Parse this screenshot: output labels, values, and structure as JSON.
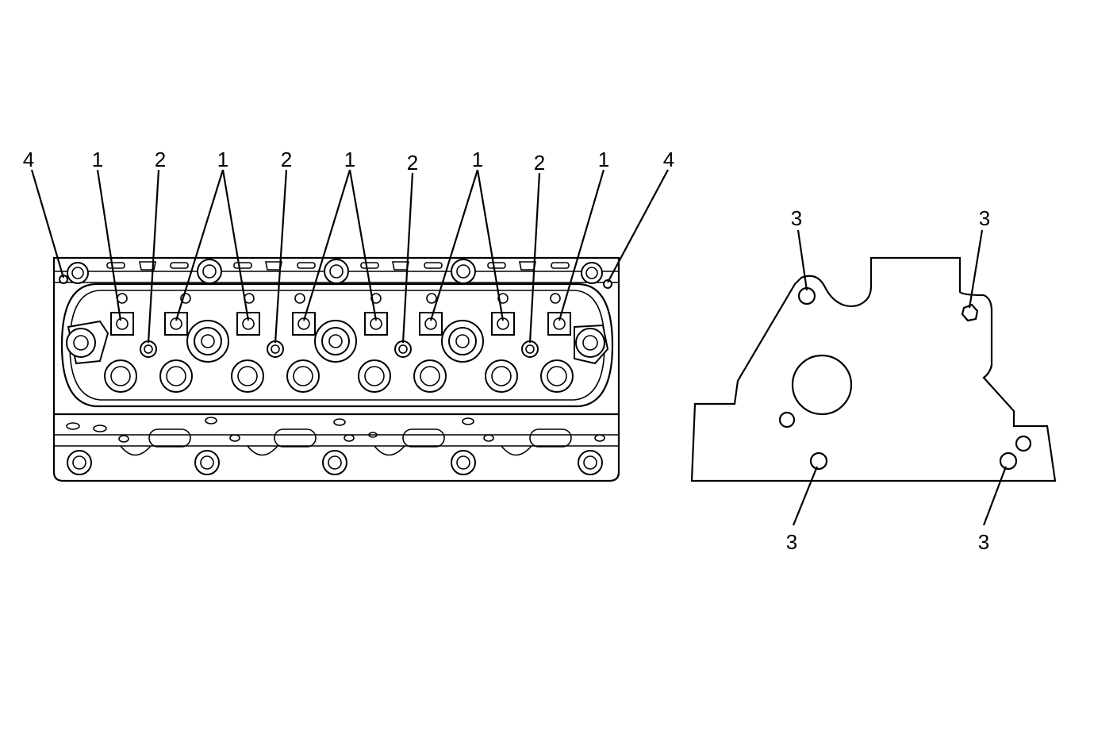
{
  "callouts": {
    "head": [
      "4",
      "1",
      "2",
      "1",
      "2",
      "1",
      "2",
      "1",
      "2",
      "1",
      "4"
    ],
    "plate": [
      "3",
      "3",
      "3",
      "3"
    ]
  }
}
